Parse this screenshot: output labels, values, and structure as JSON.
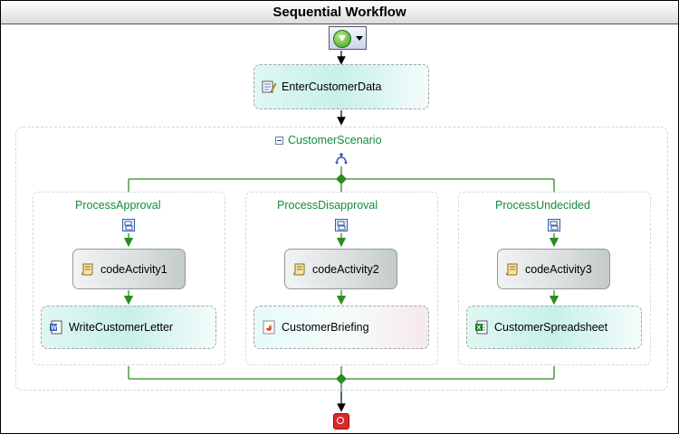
{
  "title": "Sequential Workflow",
  "start_icon": "green-down-arrow-icon",
  "end_icon": "stop-icon",
  "enter_activity": {
    "label": "EnterCustomerData",
    "icon": "form-icon"
  },
  "scenario": {
    "label": "CustomerScenario",
    "branches": [
      {
        "label": "ProcessApproval",
        "code": "codeActivity1",
        "doc": "WriteCustomerLetter",
        "doc_icon": "word-doc-icon"
      },
      {
        "label": "ProcessDisapproval",
        "code": "codeActivity2",
        "doc": "CustomerBriefing",
        "doc_icon": "powerpoint-icon"
      },
      {
        "label": "ProcessUndecided",
        "code": "codeActivity3",
        "doc": "CustomerSpreadsheet",
        "doc_icon": "excel-icon"
      }
    ]
  },
  "colors": {
    "connector_green": "#2e8b22",
    "label_green": "#128c3a",
    "end_red": "#d82a2a"
  }
}
